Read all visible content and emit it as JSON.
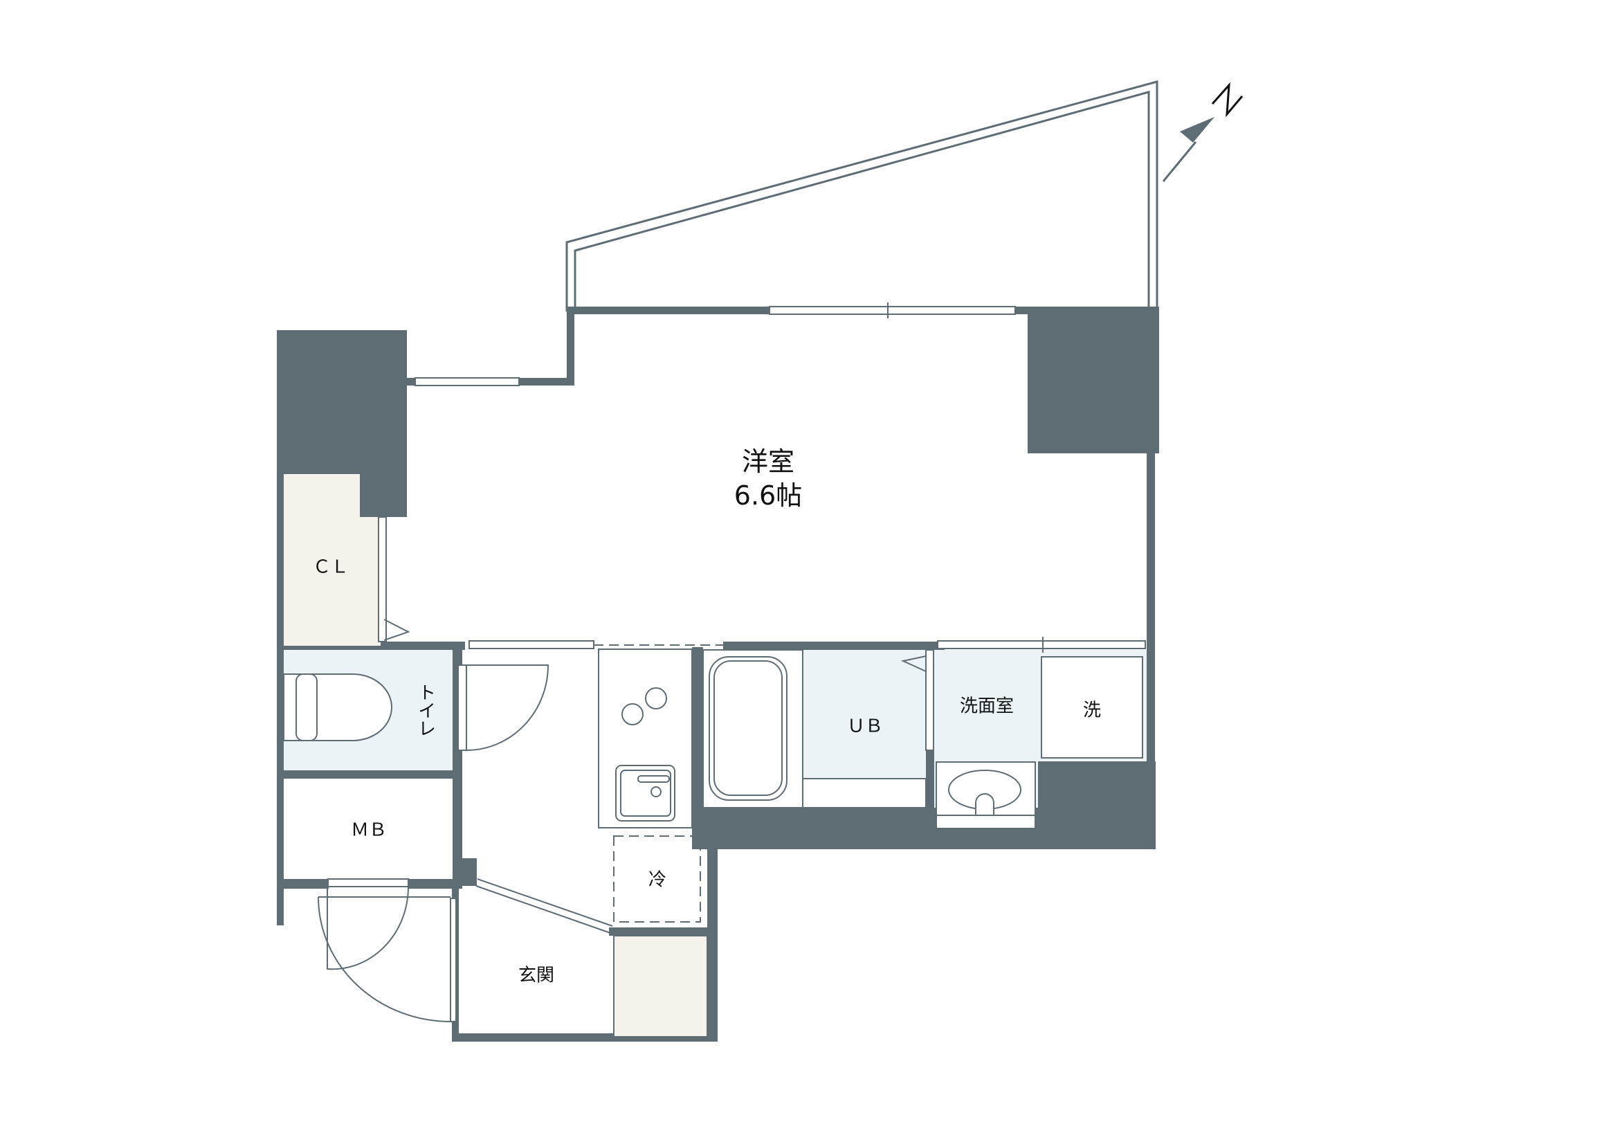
{
  "plan": {
    "colors": {
      "wall": "#5e6c74",
      "line": "#5e6c74",
      "wet_area": "#ecf3f7",
      "storage": "#f5f2ec",
      "background": "#ffffff"
    },
    "compass": {
      "label": "N",
      "icon": "north-arrow-icon"
    },
    "rooms": {
      "western_room": {
        "name": "洋室",
        "size": "6.6帖"
      },
      "closet": {
        "name": "ＣＬ"
      },
      "toilet": {
        "name": "トイレ"
      },
      "meter_box": {
        "name": "ＭＢ"
      },
      "unit_bath": {
        "name": "ＵＢ"
      },
      "washroom": {
        "name": "洗面室"
      },
      "washer": {
        "name": "洗"
      },
      "fridge": {
        "name": "冷"
      },
      "entrance": {
        "name": "玄関"
      }
    }
  }
}
